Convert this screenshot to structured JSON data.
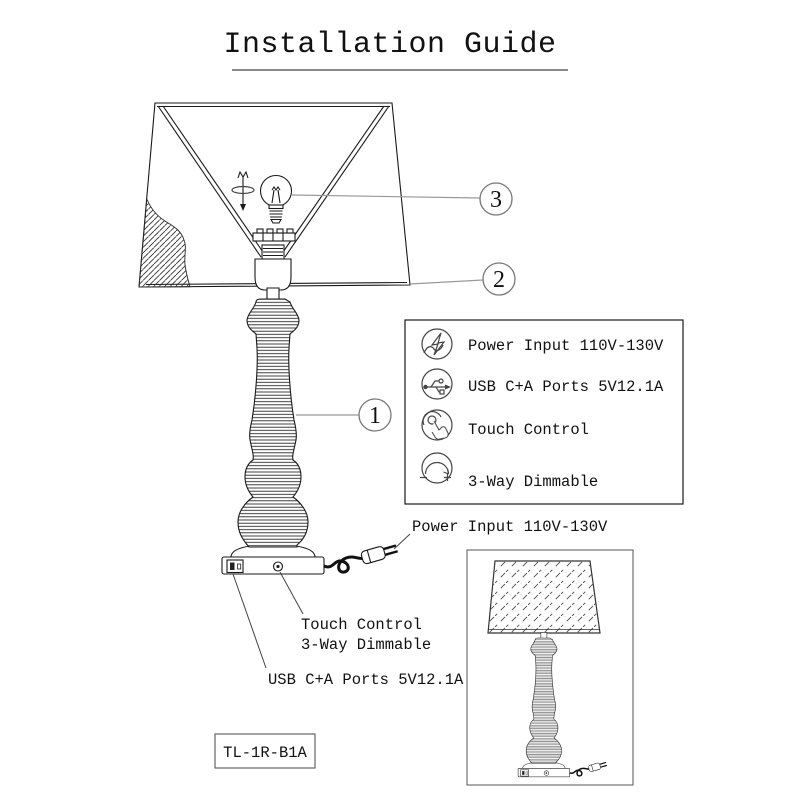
{
  "title": "Installation Guide",
  "model_label": "TL-1R-B1A",
  "callouts": {
    "body": "1",
    "shade": "2",
    "bulb": "3"
  },
  "feature_panel": {
    "rows": [
      {
        "icon": "power-icon",
        "label": "Power Input 110V-130V"
      },
      {
        "icon": "usb-icon",
        "label": "USB C+A Ports 5V12.1A"
      },
      {
        "icon": "touch-icon",
        "label": "Touch Control"
      },
      {
        "icon": "dimmer-icon",
        "label": "3-Way Dimmable"
      }
    ]
  },
  "annotations": {
    "power_input": "Power Input 110V-130V",
    "touch_control_line1": "Touch Control",
    "touch_control_line2": "3-Way Dimmable",
    "usb_ports": "USB C+A Ports 5V12.1A"
  },
  "colors": {
    "line": "#1a1a1a",
    "leader": "#999999",
    "underline": "#8a8a8a",
    "background": "#ffffff"
  }
}
